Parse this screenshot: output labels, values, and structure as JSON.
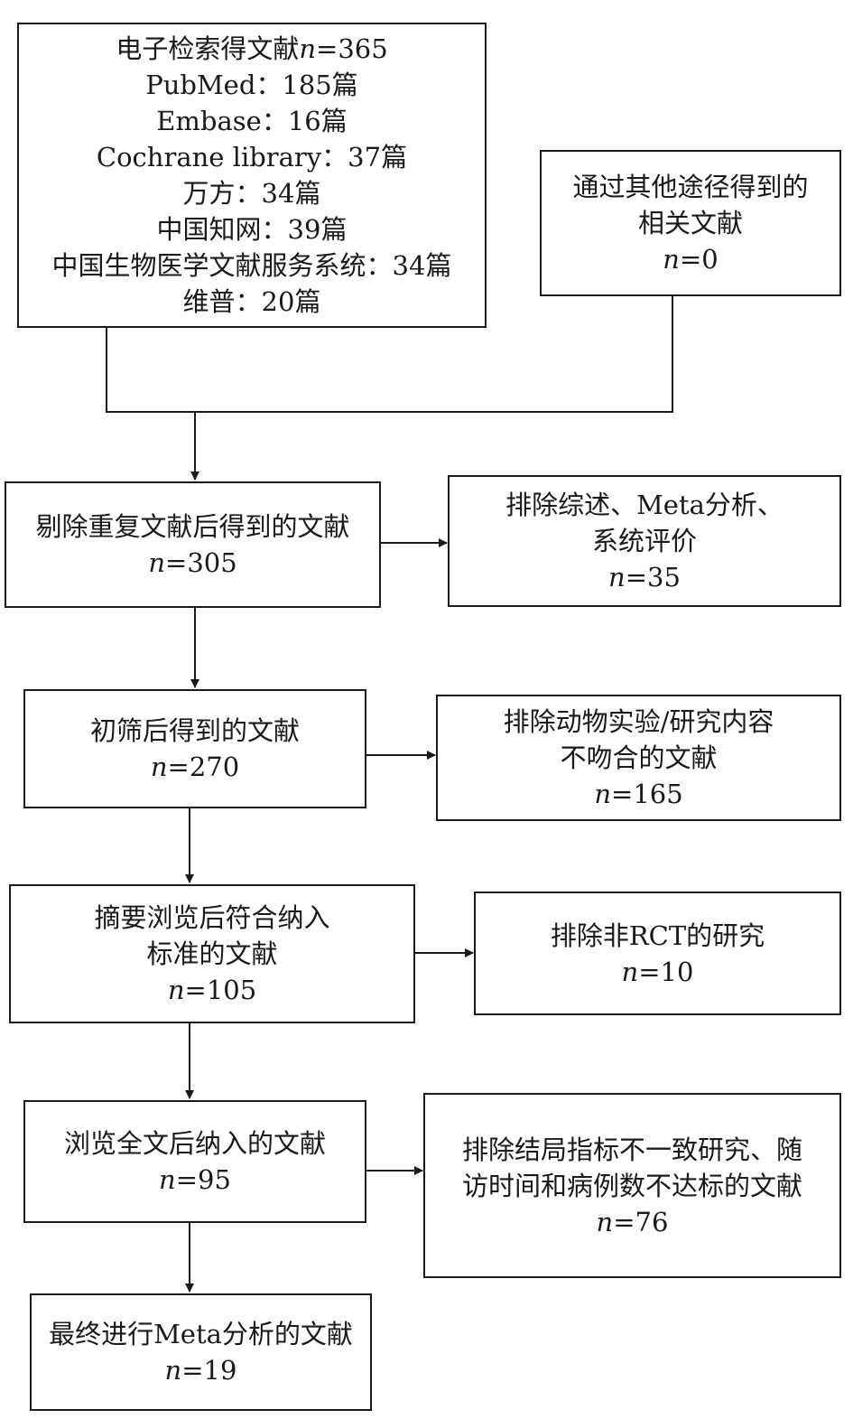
{
  "colors": {
    "line": "#1a1a1a",
    "background": "#ffffff"
  },
  "sources": {
    "title_prefix": "电子检索得文献",
    "title_n": "n",
    "title_value": "=365",
    "databases": [
      "PubMed：185篇",
      "Embase：16篇",
      "Cochrane library：37篇",
      "万方：34篇",
      "中国知网：39篇",
      "中国生物医学文献服务系统：34篇",
      "维普：20篇"
    ]
  },
  "other": {
    "lines": [
      "通过其他途径得到的",
      "相关文献"
    ],
    "n": "n",
    "value": "=0"
  },
  "steps": [
    {
      "lines": [
        "剔除重复文献后得到的文献"
      ],
      "n": "n",
      "value": "=305"
    },
    {
      "lines": [
        "初筛后得到的文献"
      ],
      "n": "n",
      "value": "=270"
    },
    {
      "lines": [
        "摘要浏览后符合纳入",
        "标准的文献"
      ],
      "n": "n",
      "value": "=105"
    },
    {
      "lines": [
        "浏览全文后纳入的文献"
      ],
      "n": "n",
      "value": "=95"
    },
    {
      "lines": [
        "最终进行Meta分析的文献"
      ],
      "n": "n",
      "value": "=19"
    }
  ],
  "exclusions": [
    {
      "lines": [
        "排除综述、Meta分析、",
        "系统评价"
      ],
      "n": "n",
      "value": "=35"
    },
    {
      "lines": [
        "排除动物实验/研究内容",
        "不吻合的文献"
      ],
      "n": "n",
      "value": "=165"
    },
    {
      "lines": [
        "排除非RCT的研究"
      ],
      "n": "n",
      "value": "=10"
    },
    {
      "lines": [
        "排除结局指标不一致研究、随",
        "访时间和病例数不达标的文献"
      ],
      "n": "n",
      "value": "=76"
    }
  ]
}
